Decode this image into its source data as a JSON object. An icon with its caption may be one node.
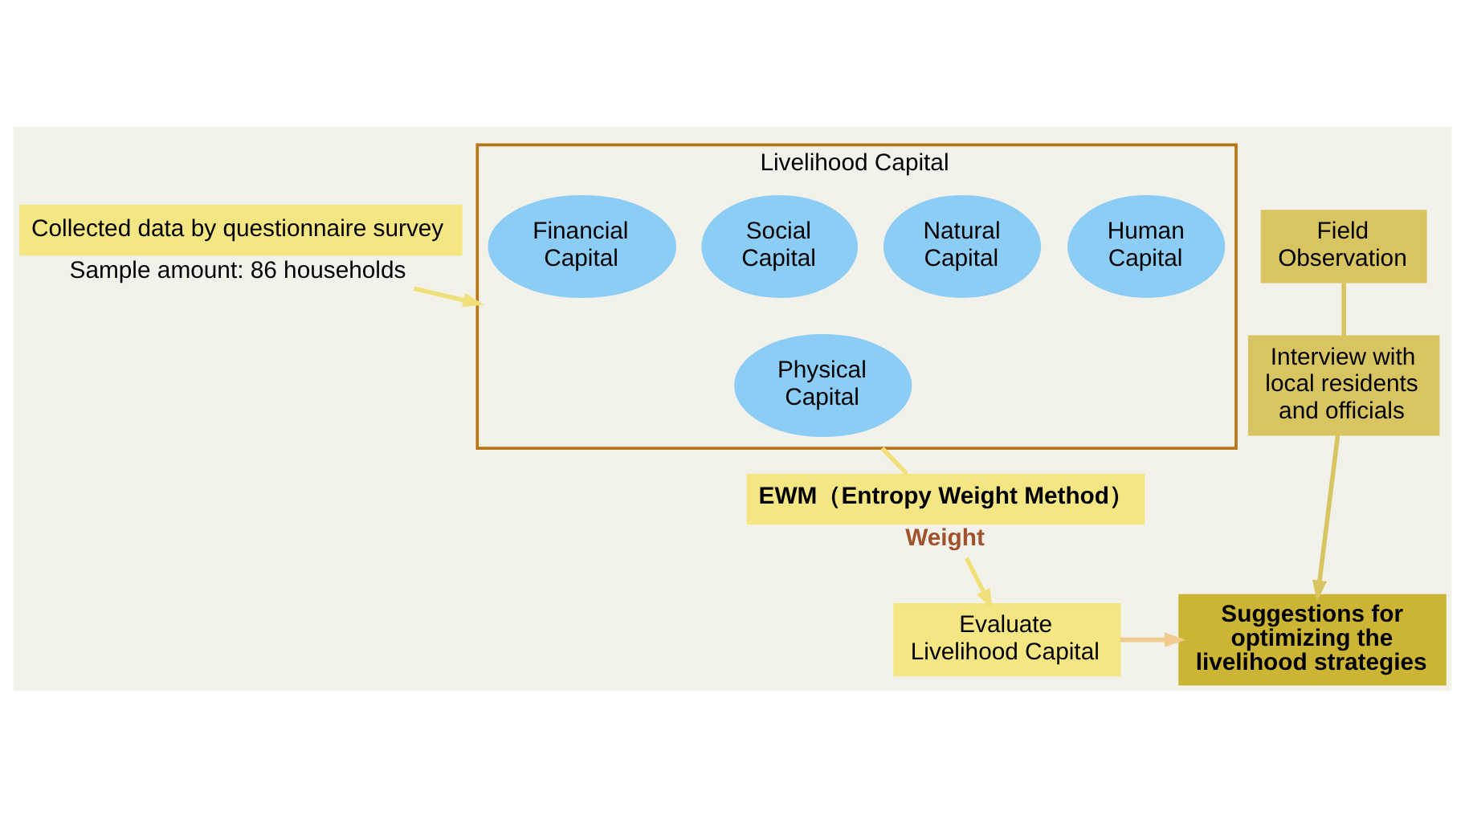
{
  "diagram": {
    "nodes": [
      {
        "text": [
          "Collected data by questionnaire survey"
        ],
        "beside": [
          "Sample amount: 86 households"
        ]
      },
      {
        "text": [
          "Livelihood Capital"
        ]
      },
      {
        "text": [
          "Human Capital"
        ],
        "in": 1
      },
      {
        "text": [
          "Natural Capital"
        ],
        "in": 1
      },
      {
        "text": [
          "Physical Capital"
        ],
        "in": 1
      },
      {
        "text": [
          "Social Capital"
        ],
        "in": 1
      },
      {
        "text": [
          "Financial Capital"
        ],
        "in": 1
      },
      {
        "text": [
          "EWM（Entropy Weight Method）"
        ],
        "beside": [
          "Weight"
        ]
      },
      {
        "text": [
          "Evaluate Livelihood Capital"
        ]
      },
      {
        "text": [
          "Field Observation"
        ]
      },
      {
        "text": [
          "Interview with local residents and officials"
        ]
      },
      {
        "text": [
          "Suggestions for optimizing the livelihood strategies"
        ]
      }
    ],
    "edges": [
      {
        "from": 0,
        "to": 1,
        "arrow": "to"
      },
      {
        "from": 1,
        "to": 7,
        "arrow": "none"
      },
      {
        "from": 7,
        "to": 8,
        "arrow": "to"
      },
      {
        "from": 9,
        "to": 10,
        "arrow": "none",
        "color": "#d9c462"
      },
      {
        "from": 10,
        "to": 11,
        "arrow": "to",
        "color": "#d9c462"
      },
      {
        "from": 8,
        "to": 11,
        "arrow": "to",
        "color": "#f2cc8f"
      }
    ]
  }
}
